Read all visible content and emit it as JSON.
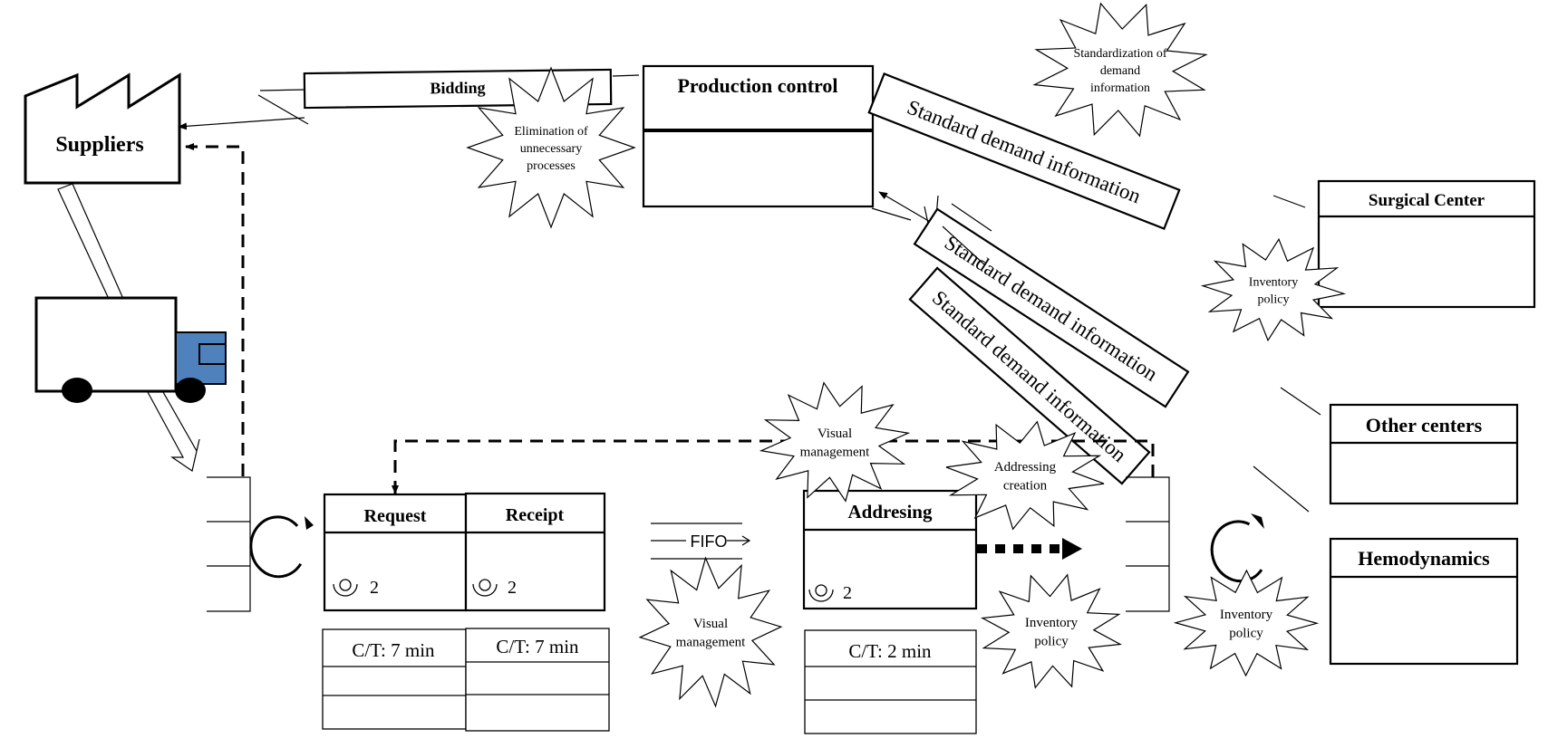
{
  "diagram": {
    "type": "value-stream-map",
    "suppliers": {
      "label": "Suppliers"
    },
    "bidding": {
      "label": "Bidding"
    },
    "production_control": {
      "label": "Production control"
    },
    "info_flows": [
      {
        "label": "Standard demand information",
        "to": "Surgical Center"
      },
      {
        "label": "Standard demand information",
        "to": "Other centers"
      },
      {
        "label": "Standard demand information",
        "to": "Hemodynamics"
      }
    ],
    "customers": [
      {
        "label": "Surgical Center"
      },
      {
        "label": "Other centers"
      },
      {
        "label": "Hemodynamics"
      }
    ],
    "processes": [
      {
        "label": "Request",
        "operators": "2",
        "cycle_time": "C/T: 7 min"
      },
      {
        "label": "Receipt",
        "operators": "2",
        "cycle_time": "C/T: 7 min"
      },
      {
        "label": "Addresing",
        "operators": "2",
        "cycle_time": "C/T: 2 min"
      }
    ],
    "fifo": {
      "label": "FIFO"
    },
    "kaizen_bursts": [
      {
        "label": "Elimination of unnecessary processes",
        "lines": [
          "Elimination of",
          "unnecessary",
          "processes"
        ]
      },
      {
        "label": "Standardization of demand information",
        "lines": [
          "Standardization of",
          "demand",
          "information"
        ]
      },
      {
        "label": "Inventory policy",
        "lines": [
          "Inventory",
          "policy"
        ]
      },
      {
        "label": "Visual management",
        "lines": [
          "Visual",
          "management"
        ]
      },
      {
        "label": "Addressing creation",
        "lines": [
          "Addressing",
          "creation"
        ]
      },
      {
        "label": "Visual management",
        "lines": [
          "Visual",
          "management"
        ]
      },
      {
        "label": "Inventory policy",
        "lines": [
          "Inventory",
          "policy"
        ]
      },
      {
        "label": "Inventory policy",
        "lines": [
          "Inventory",
          "policy"
        ]
      }
    ],
    "colors": {
      "truck_cab": "#4f81bd",
      "stroke": "#000000"
    }
  }
}
